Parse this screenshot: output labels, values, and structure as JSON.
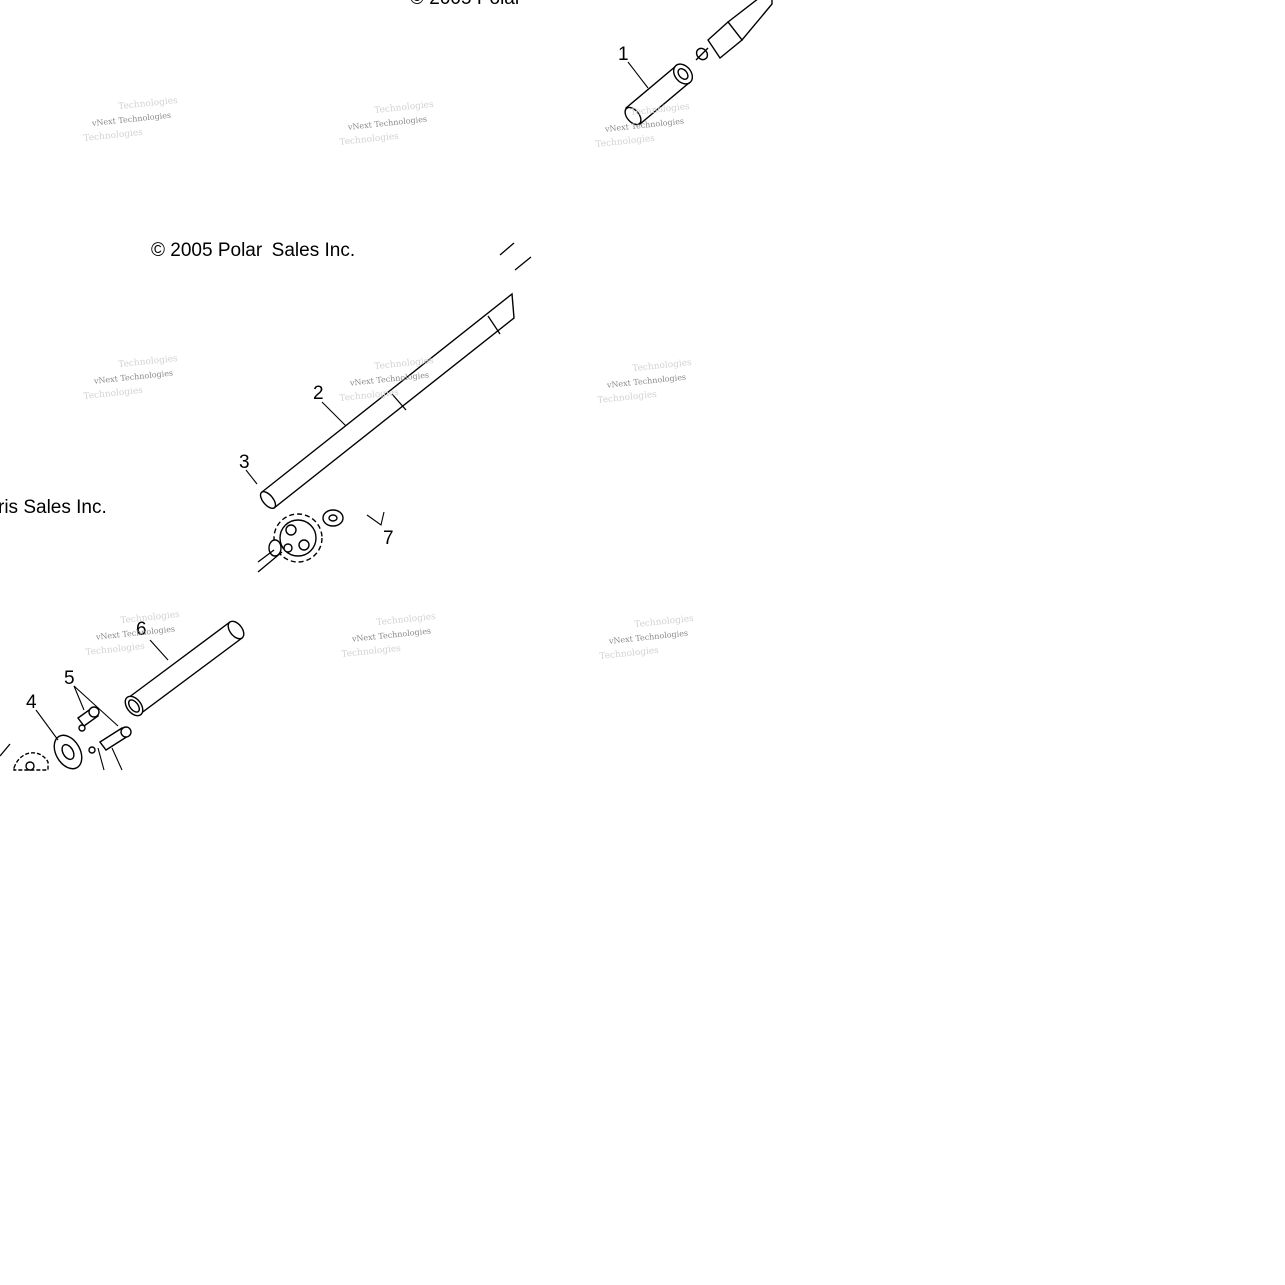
{
  "copyright": {
    "top": "© 2005 Polar",
    "middle": "© 2005 Polar Sales Inc.",
    "left": "ris Sales Inc."
  },
  "watermark": {
    "text": "vNext Technologies",
    "ghost": "Technologies"
  },
  "callouts": {
    "c1": "1",
    "c2": "2",
    "c3": "3",
    "c4": "4",
    "c5": "5",
    "c6": "6",
    "c7": "7"
  },
  "colors": {
    "ink": "#000000",
    "watermark": "#8a8a8a",
    "background": "#ffffff"
  }
}
